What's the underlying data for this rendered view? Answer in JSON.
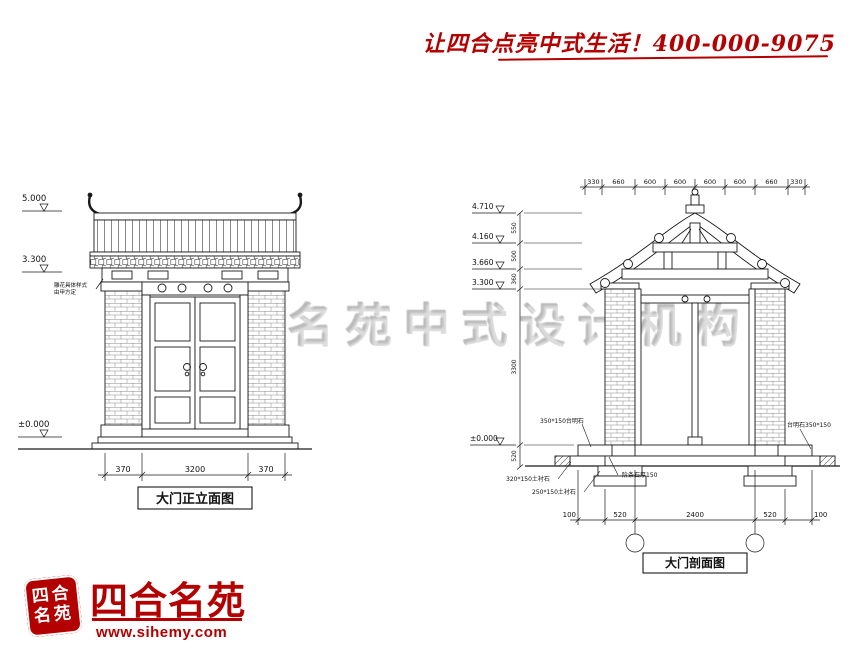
{
  "header": {
    "slogan": "让四合点亮中式生活！400-000-9075"
  },
  "watermark": {
    "text": "四合名苑中式设计机构"
  },
  "brand": {
    "seal_line1": "四合",
    "seal_line2": "名苑",
    "name": "四合名苑",
    "website": "www.sihemy.com"
  },
  "colors": {
    "accent_red": "#b30000",
    "line": "#1a1a1a"
  },
  "elevation": {
    "title": "大门正立面图",
    "levels": {
      "ridge": "5.000",
      "eave": "3.300",
      "ground": "±0.000"
    },
    "note_line1": "雕花具体样式",
    "note_line2": "由甲方定",
    "dims_bottom": [
      "370",
      "3200",
      "370"
    ]
  },
  "section": {
    "title": "大门剖面图",
    "dims_top": [
      "330",
      "660",
      "600",
      "600",
      "600",
      "600",
      "660",
      "330"
    ],
    "levels": [
      "4.710",
      "4.160",
      "3.660",
      "3.300",
      "±0.000"
    ],
    "dims_side": [
      "550",
      "500",
      "360",
      "3300",
      "520"
    ],
    "dims_bottom": [
      "100",
      "520",
      "2400",
      "520",
      "100"
    ],
    "notes": {
      "platform_left": "350*150台明石",
      "platform_right": "台明石350*150",
      "ground_stone_1": "320*150土衬石",
      "ground_stone_2": "250*150土衬石",
      "step_stone": "阶条石厚150"
    }
  }
}
